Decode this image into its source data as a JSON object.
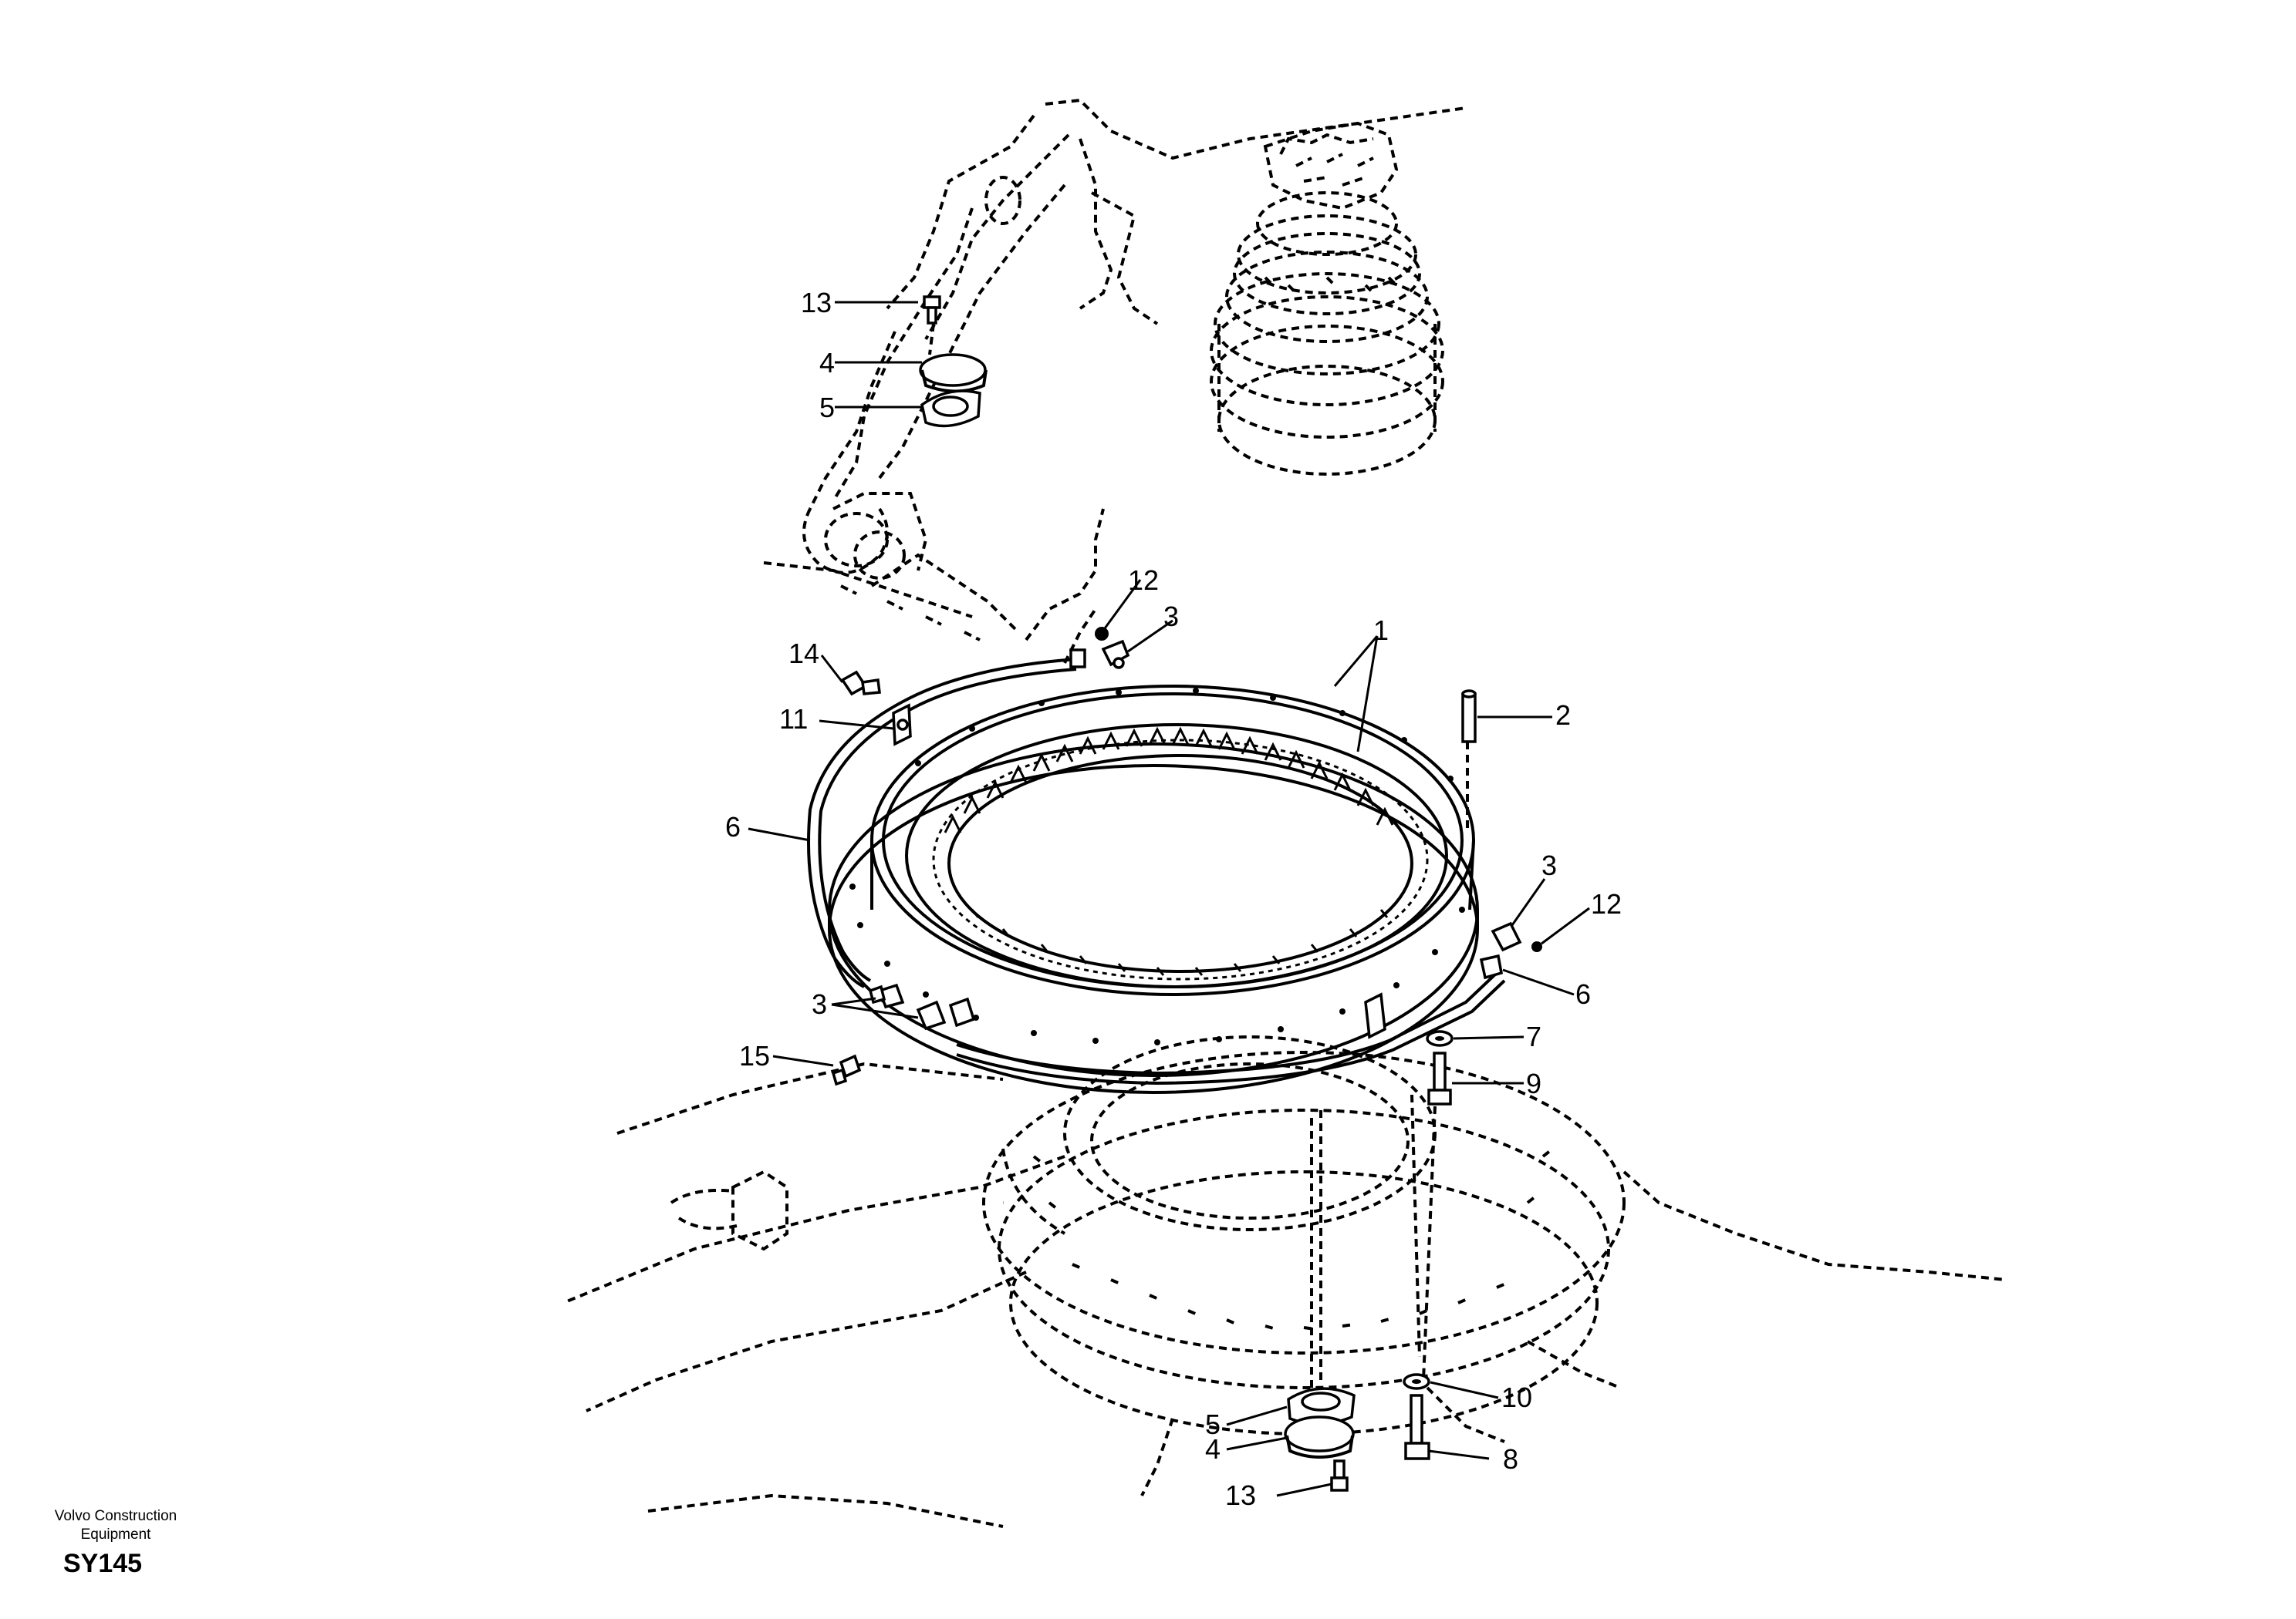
{
  "callouts": {
    "c1": "1",
    "c2": "2",
    "c3a": "3",
    "c3b": "3",
    "c3c": "3",
    "c4a": "4",
    "c4b": "4",
    "c5a": "5",
    "c5b": "5",
    "c6a": "6",
    "c6b": "6",
    "c7": "7",
    "c8": "8",
    "c9": "9",
    "c10": "10",
    "c11": "11",
    "c12a": "12",
    "c12b": "12",
    "c13a": "13",
    "c13b": "13",
    "c14": "14",
    "c15": "15"
  },
  "footer": {
    "brand_line1": "Volvo Construction",
    "brand_line2": "Equipment",
    "code": "SY145"
  }
}
